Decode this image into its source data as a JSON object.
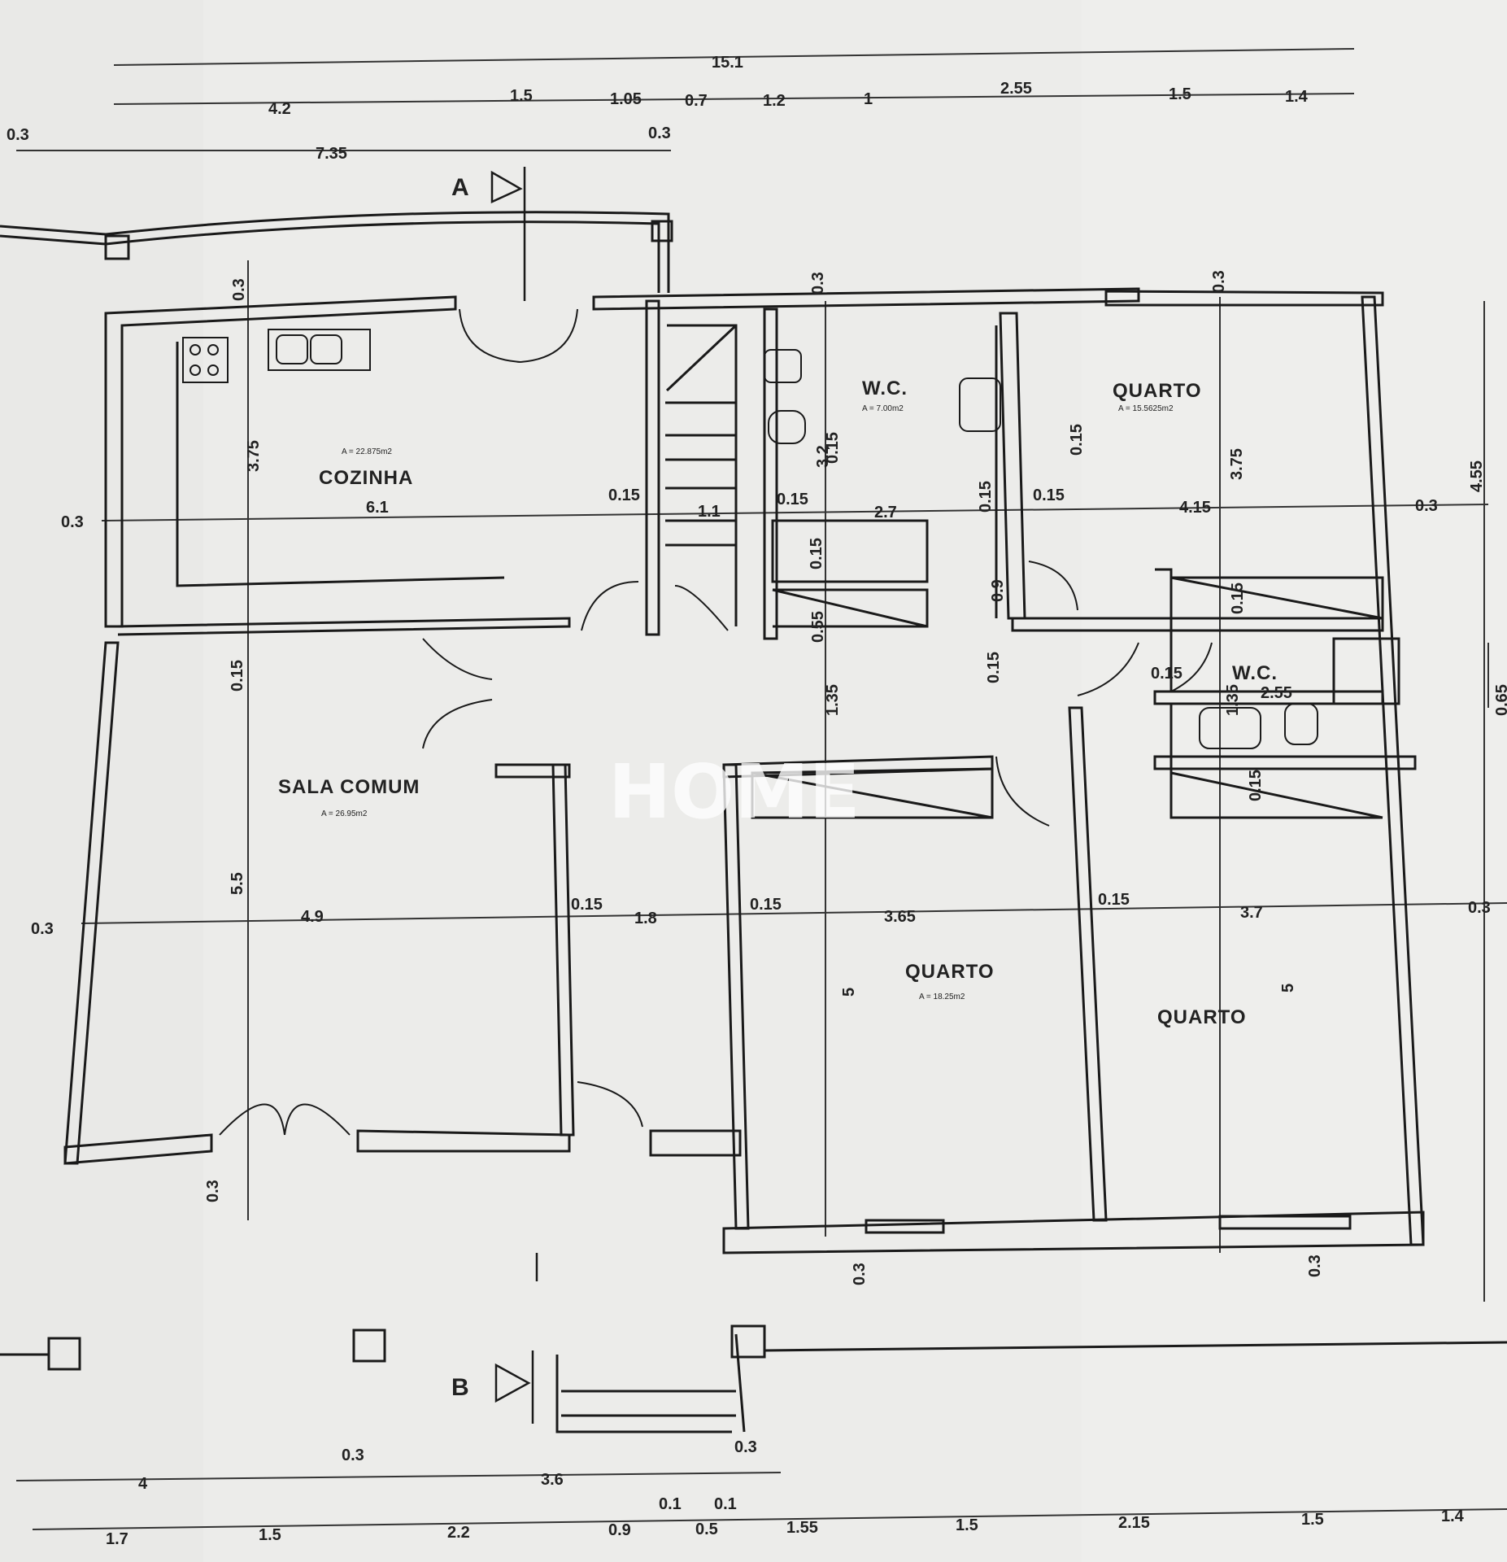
{
  "rooms": [
    {
      "name": "COZINHA",
      "area": "A = 22.875m2"
    },
    {
      "name": "W.C.",
      "area": "A = 7.00m2"
    },
    {
      "name": "QUARTO",
      "area": "A = 15.5625m2"
    },
    {
      "name": "SALA COMUM",
      "area": "A = 26.95m2"
    },
    {
      "name": "QUARTO",
      "area": "A = 18.25m2"
    },
    {
      "name": "QUARTO",
      "area": ""
    },
    {
      "name": "W.C.",
      "area": ""
    }
  ],
  "section_markers": {
    "top": "A",
    "bottom": "B"
  },
  "watermark": "HOME",
  "dims_top": {
    "overall": "15.1",
    "row2": [
      "4.2",
      "1.5",
      "1.05",
      "0.7",
      "1.2",
      "1",
      "2.55",
      "1.5",
      "1.4"
    ],
    "row3_left": "0.3",
    "row3_mid": "7.35",
    "row3_right": "0.3"
  },
  "dims_interior": {
    "kitchen_row": [
      "0.3",
      "6.1",
      "0.15",
      "1.1",
      "0.15",
      "2.7",
      "0.15",
      "0.15",
      "4.15",
      "0.3"
    ],
    "living_row": [
      "0.3",
      "4.9",
      "0.15",
      "1.8",
      "0.15",
      "3.65",
      "0.15",
      "3.7",
      "0.3"
    ],
    "vertical": [
      "0.3",
      "3.75",
      "0.15",
      "5.5",
      "0.3",
      "0.3",
      "3.2",
      "0.15",
      "0.55",
      "1.35",
      "5",
      "0.3",
      "0.9",
      "0.15",
      "0.15",
      "0.3",
      "3.75",
      "0.15",
      "1.35",
      "0.15",
      "5",
      "0.3",
      "4.55",
      "0.65",
      "0.15",
      "2.55",
      "0.15",
      "0.15"
    ]
  },
  "dims_bottom": {
    "row1": [
      "4",
      "3.6",
      "0.3",
      "0.3"
    ],
    "row2": [
      "1.7",
      "1.5",
      "2.2",
      "0.9",
      "0.5",
      "1.55",
      "1.5",
      "2.15",
      "1.5",
      "1.4"
    ],
    "row2_small": [
      "0.1",
      "0.1"
    ]
  }
}
